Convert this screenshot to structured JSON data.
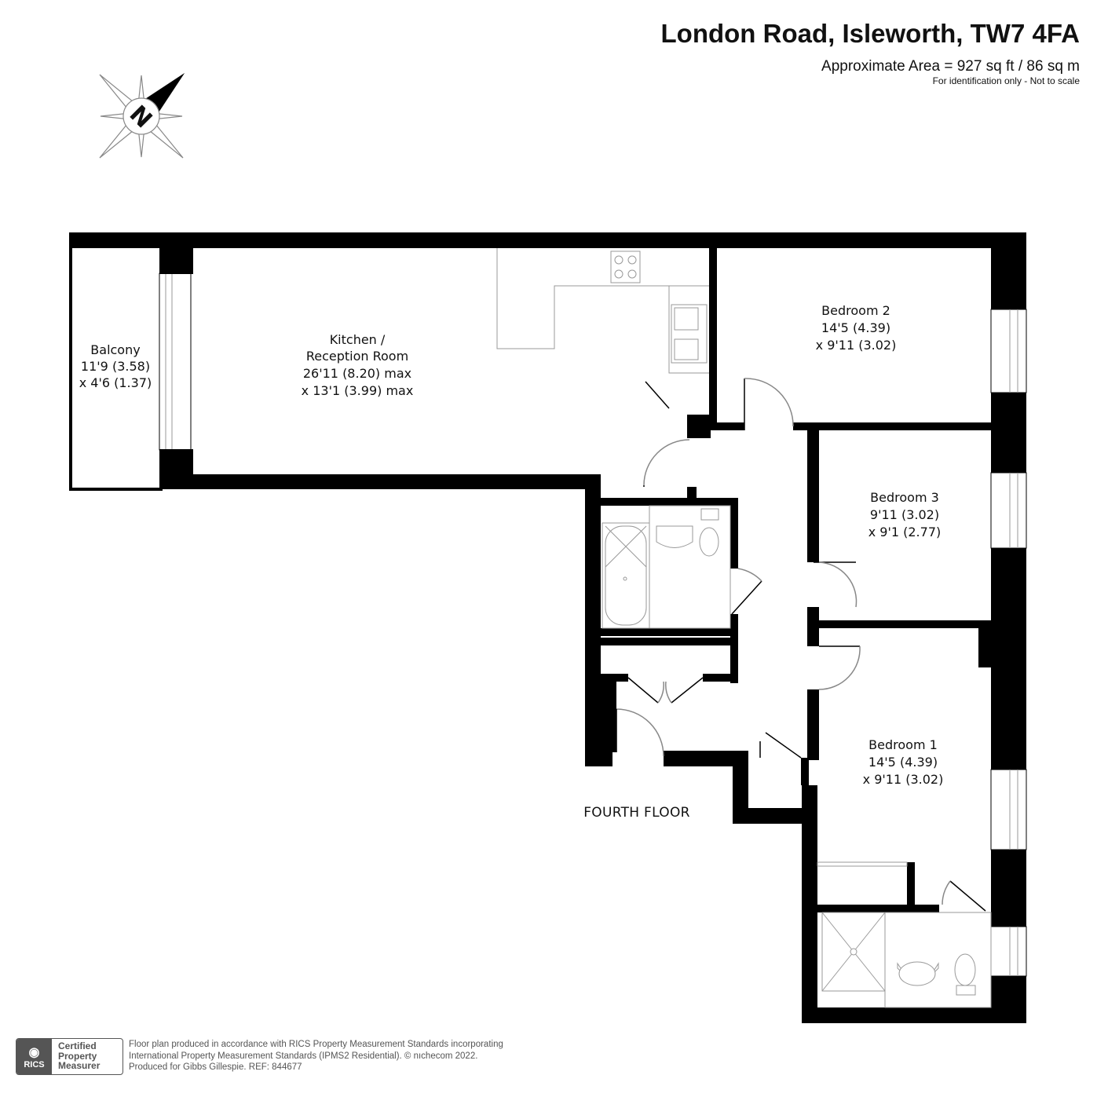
{
  "header": {
    "title": "London Road, Isleworth, TW7 4FA",
    "area": "Approximate Area = 927 sq ft / 86 sq m",
    "note": "For identification only - Not to scale"
  },
  "compass": {
    "icon": "north-compass-icon",
    "letter": "N"
  },
  "rooms": {
    "balcony": [
      "Balcony",
      "11'9 (3.58)",
      "x 4'6 (1.37)"
    ],
    "kitchen": [
      "Kitchen /",
      "Reception Room",
      "26'11 (8.20) max",
      "x 13'1 (3.99) max"
    ],
    "bedroom2": [
      "Bedroom 2",
      "14'5 (4.39)",
      "x 9'11 (3.02)"
    ],
    "bedroom3": [
      "Bedroom 3",
      "9'11 (3.02)",
      "x 9'1 (2.77)"
    ],
    "bedroom1": [
      "Bedroom 1",
      "14'5 (4.39)",
      "x 9'11 (3.02)"
    ]
  },
  "floor_label": "FOURTH FLOOR",
  "footer": {
    "badge_logo": "RICS",
    "badge_lines": [
      "Certified",
      "Property",
      "Measurer"
    ],
    "lines": [
      "Floor plan produced in accordance with RICS Property Measurement Standards incorporating",
      "International Property Measurement Standards (IPMS2 Residential).   © nıchecom 2022.",
      "Produced for Gibbs Gillespie.   REF: 844677"
    ]
  },
  "colors": {
    "wall": "#000000",
    "fixture": "#888888",
    "text": "#111111"
  }
}
